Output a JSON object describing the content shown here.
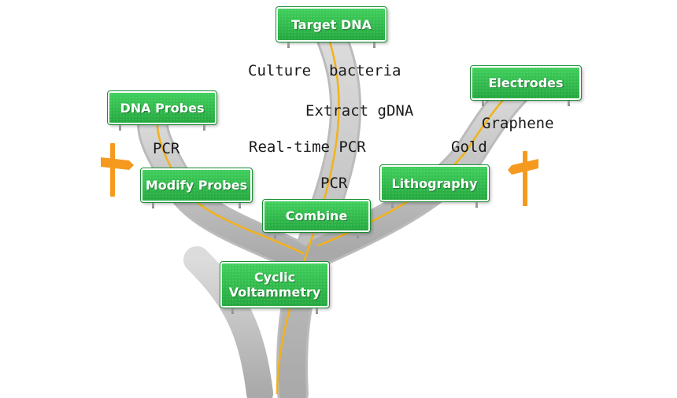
{
  "colors": {
    "sign_green": "#2fbf4c",
    "sign_text": "#ffffff",
    "road_gray": "#bdbdbd",
    "road_center_line": "#f2b21b",
    "guidepost_orange": "#f59a1f"
  },
  "signs": {
    "target_dna": "Target DNA",
    "dna_probes": "DNA Probes",
    "modify_probes": "Modify Probes",
    "combine": "Combine",
    "lithography": "Lithography",
    "electrodes": "Electrodes",
    "cyclic_voltammetry": "Cyclic\nVoltammetry"
  },
  "labels": {
    "culture_bacteria": "Culture  bacteria",
    "extract_gdna": "Extract gDNA",
    "real_time_pcr": "Real-time PCR",
    "pcr_left": "PCR",
    "pcr_center": "PCR",
    "gold": "Gold",
    "graphene": "Graphene"
  },
  "icons": {
    "left_guidepost": "signpost-icon",
    "right_guidepost": "signpost-icon"
  }
}
